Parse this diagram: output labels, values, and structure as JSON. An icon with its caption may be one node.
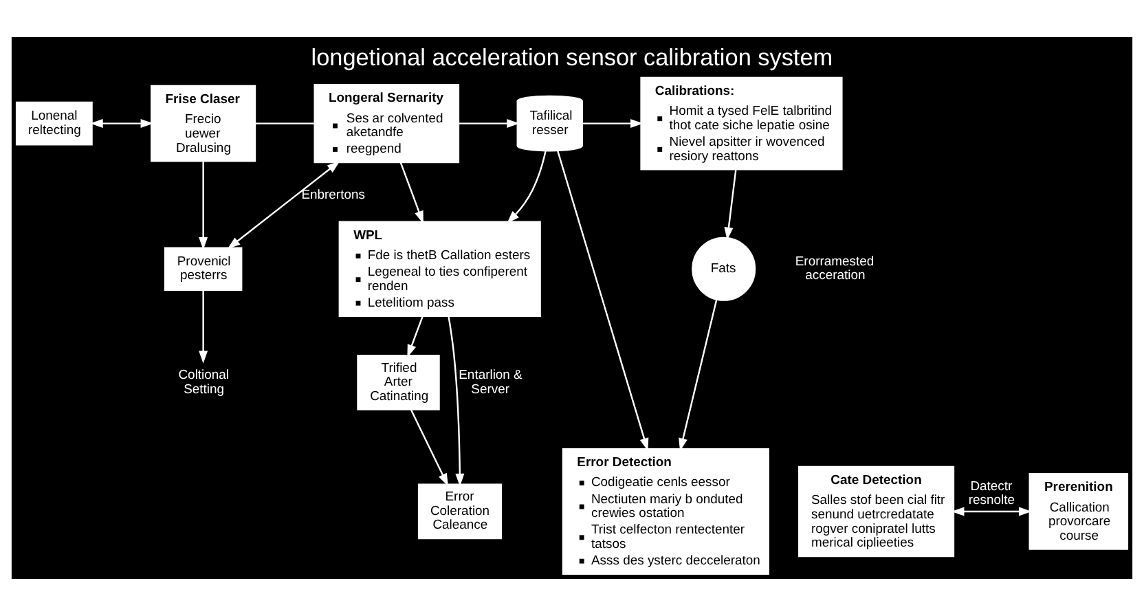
{
  "diagram": {
    "title": "longetional acceleration sensor calibration system",
    "nodes": [
      {
        "text": [
          "Lonenal reltecting"
        ]
      },
      {
        "text": [
          "Frise Claser",
          "Frecio uewer Dralusing"
        ]
      },
      {
        "text": [
          "Longeral Sernarity",
          "Ses ar colvented aketandfe",
          "reegpend"
        ]
      },
      {
        "text": [
          "Tafilical resser"
        ]
      },
      {
        "text": [
          "Calibrations:",
          "Homit a tysed FelE talbritind thot cate siche lepatie osine",
          "Nievel apsitter ir wovenced resiory reattons"
        ]
      },
      {
        "text": [
          "Provenicl pesterrs"
        ]
      },
      {
        "text": [
          "Coltional Setting"
        ]
      },
      {
        "text": [
          "WPL",
          "Fde is thetB Callation esters",
          "Legeneal to ties confiperent renden",
          "Letelitiom pass"
        ]
      },
      {
        "text": [
          "Trified Arter Catinating"
        ]
      },
      {
        "text": [
          "Fats"
        ],
        "beside": [
          "Erorramested acceration"
        ]
      },
      {
        "text": [
          "Error Coleration Caleance"
        ]
      },
      {
        "text": [
          "Cate Detection",
          "Salles stof been cial fitr senund uetrcredatate rogver conipratel lutts merical ciplieeties"
        ]
      },
      {
        "text": [
          "Prerenition",
          "Callication provorcare course"
        ]
      },
      {
        "text": [
          "Error Detection",
          "Codigeatie cenls eessor",
          "Nectiuten mariy b onduted crewies ostation",
          "Trist celfecton rentectenter tatsos",
          "Asss des ysterc decceleraton"
        ]
      }
    ],
    "edges": [
      {
        "from": 0,
        "to": 1,
        "arrow": "both"
      },
      {
        "from": 1,
        "to": 2,
        "arrow": "none"
      },
      {
        "from": 2,
        "to": 3,
        "arrow": "to"
      },
      {
        "from": 3,
        "to": 4,
        "arrow": "to"
      },
      {
        "from": 1,
        "to": 5,
        "arrow": "to"
      },
      {
        "from": 5,
        "to": 2,
        "arrow": "both",
        "label": "Enbrertons"
      },
      {
        "from": 5,
        "to": 6,
        "arrow": "to"
      },
      {
        "from": 2,
        "to": 7,
        "arrow": "to"
      },
      {
        "from": 3,
        "to": 7,
        "arrow": "to"
      },
      {
        "from": 3,
        "to": 13,
        "arrow": "to"
      },
      {
        "from": 7,
        "to": 8,
        "arrow": "to"
      },
      {
        "from": 4,
        "to": 9,
        "arrow": "to"
      },
      {
        "from": 9,
        "to": 13,
        "arrow": "to"
      },
      {
        "from": 8,
        "to": 10,
        "arrow": "to"
      },
      {
        "from": 7,
        "to": 10,
        "arrow": "to",
        "label": "Entarlion & Server"
      },
      {
        "from": 11,
        "to": 12,
        "arrow": "both",
        "label": "Datectr resnolte"
      }
    ]
  }
}
